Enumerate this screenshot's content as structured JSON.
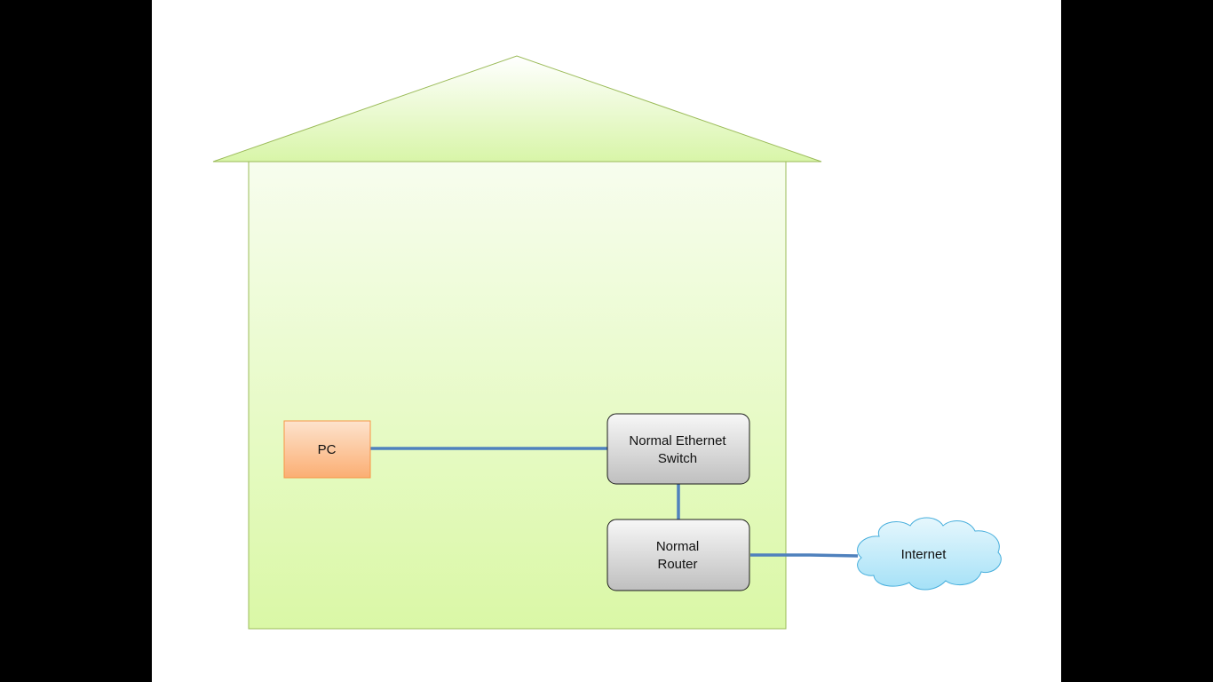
{
  "diagram": {
    "nodes": {
      "pc": {
        "label": "PC"
      },
      "switch": {
        "label_line1": "Normal Ethernet",
        "label_line2": "Switch"
      },
      "router": {
        "label_line1": "Normal",
        "label_line2": "Router"
      },
      "internet": {
        "label": "Internet"
      }
    },
    "colors": {
      "house_fill_top": "#f7fdee",
      "house_fill_bottom": "#daf8a6",
      "house_stroke": "#9bbb59",
      "roof_fill_top": "#ffffff",
      "roof_fill_bottom": "#d8f5a8",
      "pc_fill_top": "#fde3cd",
      "pc_fill_bottom": "#fbae73",
      "pc_stroke": "#f79646",
      "device_fill_top": "#f7f7f7",
      "device_fill_bottom": "#bfbfbf",
      "device_stroke": "#1a1a1a",
      "cloud_fill_top": "#e6f7fd",
      "cloud_fill_bottom": "#a5e1f7",
      "cloud_stroke": "#46aedc",
      "link": "#4f81bd"
    }
  }
}
